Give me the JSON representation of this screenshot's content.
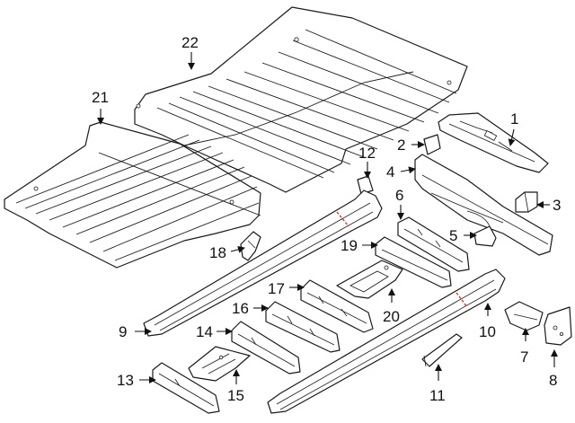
{
  "diagram": {
    "callouts": [
      {
        "id": "c1",
        "label": "1"
      },
      {
        "id": "c2",
        "label": "2"
      },
      {
        "id": "c3",
        "label": "3"
      },
      {
        "id": "c4",
        "label": "4"
      },
      {
        "id": "c5",
        "label": "5"
      },
      {
        "id": "c6",
        "label": "6"
      },
      {
        "id": "c7",
        "label": "7"
      },
      {
        "id": "c8",
        "label": "8"
      },
      {
        "id": "c9",
        "label": "9"
      },
      {
        "id": "c10",
        "label": "10"
      },
      {
        "id": "c11",
        "label": "11"
      },
      {
        "id": "c12",
        "label": "12"
      },
      {
        "id": "c13",
        "label": "13"
      },
      {
        "id": "c14",
        "label": "14"
      },
      {
        "id": "c15",
        "label": "15"
      },
      {
        "id": "c16",
        "label": "16"
      },
      {
        "id": "c17",
        "label": "17"
      },
      {
        "id": "c18",
        "label": "18"
      },
      {
        "id": "c19",
        "label": "19"
      },
      {
        "id": "c20",
        "label": "20"
      },
      {
        "id": "c21",
        "label": "21"
      },
      {
        "id": "c22",
        "label": "22"
      }
    ],
    "colors": {
      "line": "#1a1a1a",
      "cut_mark": "#e0261b",
      "background": "#ffffff"
    }
  }
}
